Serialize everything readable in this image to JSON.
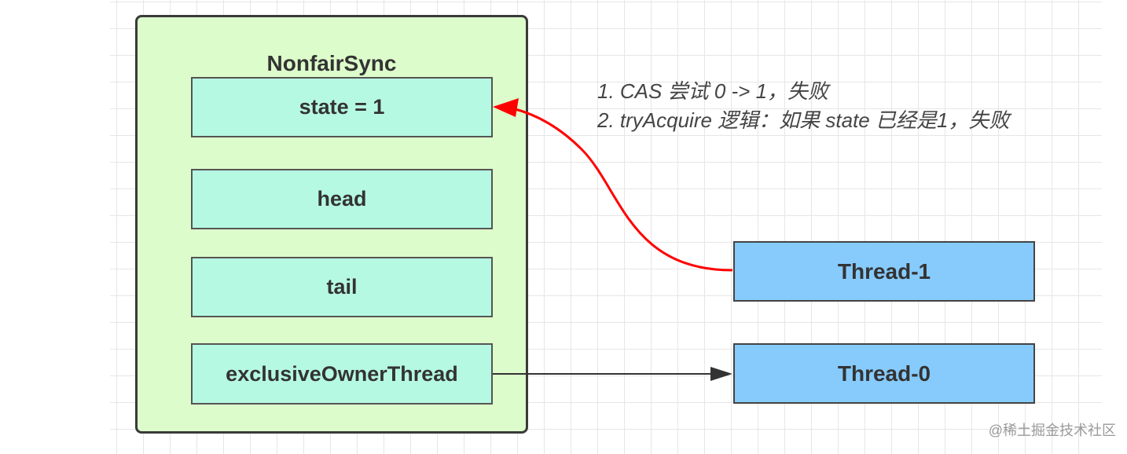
{
  "diagram": {
    "container_title": "NonfairSync",
    "fields": [
      {
        "label": "state = 1"
      },
      {
        "label": "head"
      },
      {
        "label": "tail"
      },
      {
        "label": "exclusiveOwnerThread"
      }
    ],
    "threads": [
      {
        "label": "Thread-1"
      },
      {
        "label": "Thread-0"
      }
    ],
    "notes": [
      "1. CAS 尝试 0 -> 1，失败",
      "2. tryAcquire 逻辑：如果 state 已经是1，失败"
    ],
    "colors": {
      "container_fill": "#ddfccb",
      "field_fill": "#b6f9e3",
      "thread_fill": "#86cbfc",
      "red_arrow": "#ff0000",
      "black_arrow": "#333333"
    }
  },
  "watermark": "@稀土掘金技术社区"
}
